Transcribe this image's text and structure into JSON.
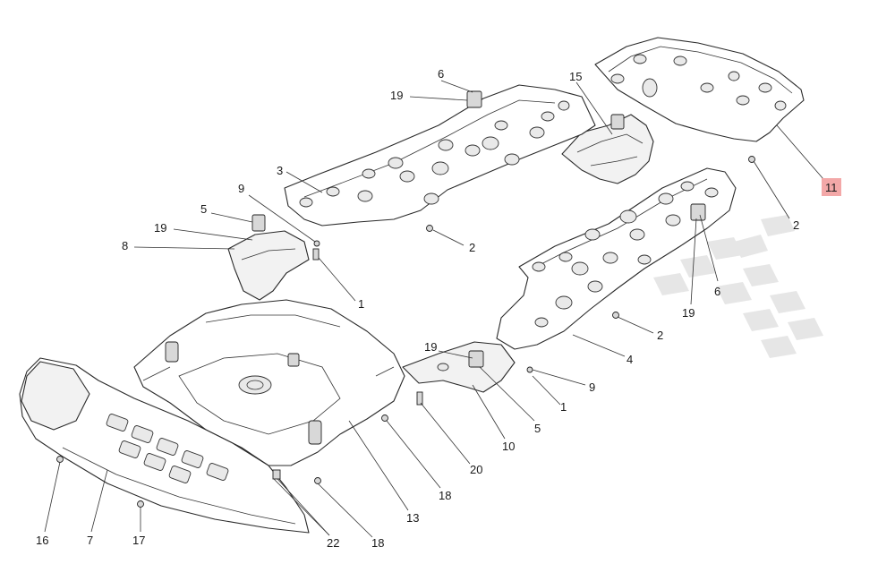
{
  "callouts": [
    {
      "id": "c6a",
      "text": "6"
    },
    {
      "id": "c19a",
      "text": "19"
    },
    {
      "id": "c15",
      "text": "15"
    },
    {
      "id": "c3",
      "text": "3"
    },
    {
      "id": "c9a",
      "text": "9"
    },
    {
      "id": "c5a",
      "text": "5"
    },
    {
      "id": "c19b",
      "text": "19"
    },
    {
      "id": "c8",
      "text": "8"
    },
    {
      "id": "c2a",
      "text": "2"
    },
    {
      "id": "c1a",
      "text": "1"
    },
    {
      "id": "c11",
      "text": "11"
    },
    {
      "id": "c2b",
      "text": "2"
    },
    {
      "id": "c6b",
      "text": "6"
    },
    {
      "id": "c19c",
      "text": "19"
    },
    {
      "id": "c2c",
      "text": "2"
    },
    {
      "id": "c4",
      "text": "4"
    },
    {
      "id": "c19d",
      "text": "19"
    },
    {
      "id": "c9b",
      "text": "9"
    },
    {
      "id": "c1b",
      "text": "1"
    },
    {
      "id": "c5b",
      "text": "5"
    },
    {
      "id": "c10",
      "text": "10"
    },
    {
      "id": "c20",
      "text": "20"
    },
    {
      "id": "c18a",
      "text": "18"
    },
    {
      "id": "c13",
      "text": "13"
    },
    {
      "id": "c16",
      "text": "16"
    },
    {
      "id": "c7",
      "text": "7"
    },
    {
      "id": "c17",
      "text": "17"
    },
    {
      "id": "c22",
      "text": "22"
    },
    {
      "id": "c18b",
      "text": "18"
    }
  ],
  "highlight_color": "#f3a8a8",
  "line_color": "#2a2a2a"
}
